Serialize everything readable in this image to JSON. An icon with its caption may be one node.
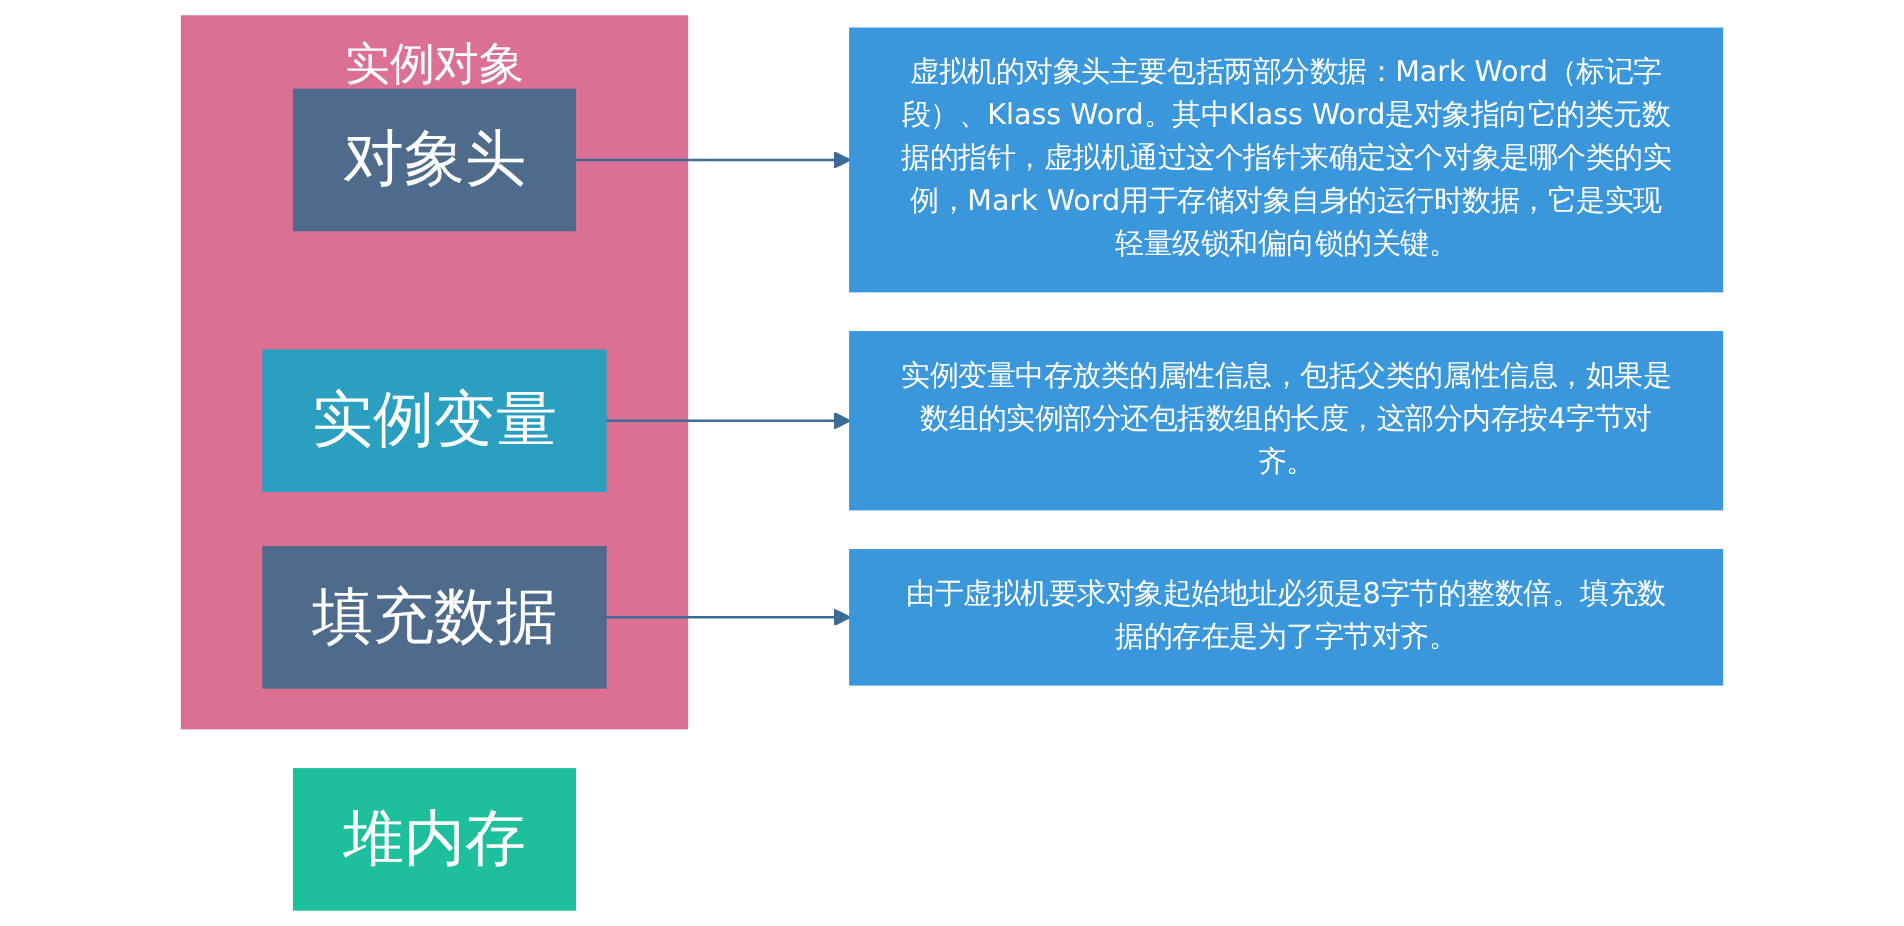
{
  "diagram": {
    "nodes": [
      {
        "text": [
          "堆内存"
        ]
      },
      {
        "text": [
          "实例对象"
        ]
      },
      {
        "text": [
          "对象头"
        ],
        "in": 1
      },
      {
        "text": [
          "实例变量"
        ],
        "in": 1
      },
      {
        "text": [
          "填充数据"
        ],
        "in": 1
      },
      {
        "text": [
          "虚拟机的对象头主要包括两部分数据：Mark Word（标记字段）、Klass Word。其中Klass Word是对象指向它的类元数据的指针，虚拟机通过这个指针来确定这个对象是哪个类的实例，Mark Word用于存储对象自身的运行时数据，它是实现轻量级锁和偏向锁的关键。"
        ]
      },
      {
        "text": [
          "实例变量中存放类的属性信息，包括父类的属性信息，如果是数组的实例部分还包括数组的长度，这部分内存按4字节对齐。"
        ]
      },
      {
        "text": [
          "由于虚拟机要求对象起始地址必须是8字节的整数倍。填充数据的存在是为了字节对齐。"
        ]
      }
    ],
    "edges": [
      {
        "from": 2,
        "to": 5,
        "arrow": "to"
      },
      {
        "from": 3,
        "to": 6,
        "arrow": "to"
      },
      {
        "from": 4,
        "to": 7,
        "arrow": "to"
      }
    ]
  }
}
